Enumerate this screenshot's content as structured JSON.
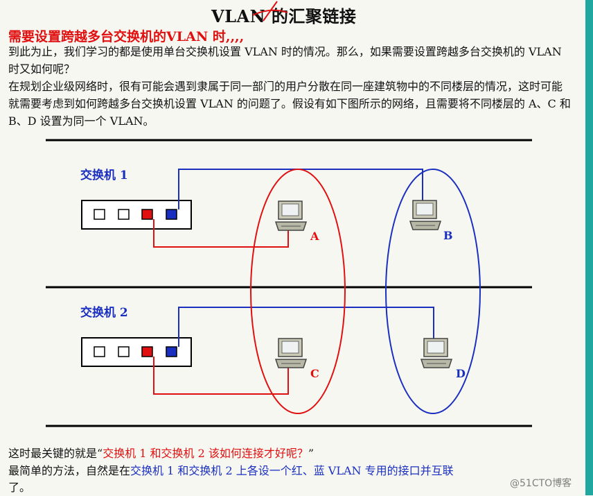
{
  "title": "VLAN 的汇聚链接",
  "subtitle": "需要设置跨越多台交换机的VLAN 时,,,,",
  "intro": {
    "para1": "到此为止，我们学习的都是使用单台交换机设置 VLAN 时的情况。那么，如果需要设置跨越多台交换机的 VLAN 时又如何呢？",
    "para2": "在规划企业级网络时，很有可能会遇到隶属于同一部门的用户分散在同一座建筑物中的不同楼层的情况，这时可能就需要考虑到如何跨越多台交换机设置 VLAN 的问题了。假设有如下图所示的网络，且需要将不同楼层的 A、C 和 B、D 设置为同一个 VLAN。"
  },
  "diagram": {
    "switch1_label": "交换机 1",
    "switch2_label": "交换机 2",
    "pc_a": "A",
    "pc_b": "B",
    "pc_c": "C",
    "pc_d": "D"
  },
  "bottom": {
    "line1_prefix": "这时最关键的就是“",
    "line1_highlight": "交换机 1 和交换机 2 该如何连接才好呢？",
    "line1_suffix": "”",
    "line2_prefix": "最简单的方法，自然是在",
    "line2_highlight": "交换机 1 和交换机 2 上各设一个红、蓝 VLAN 专用的接口并互联",
    "line3": "了。"
  },
  "watermark": "@51CTO博客",
  "colors": {
    "red_vlan": "#e01010",
    "blue_vlan": "#1a2fbf",
    "accent_strip": "#1fa7a0"
  }
}
